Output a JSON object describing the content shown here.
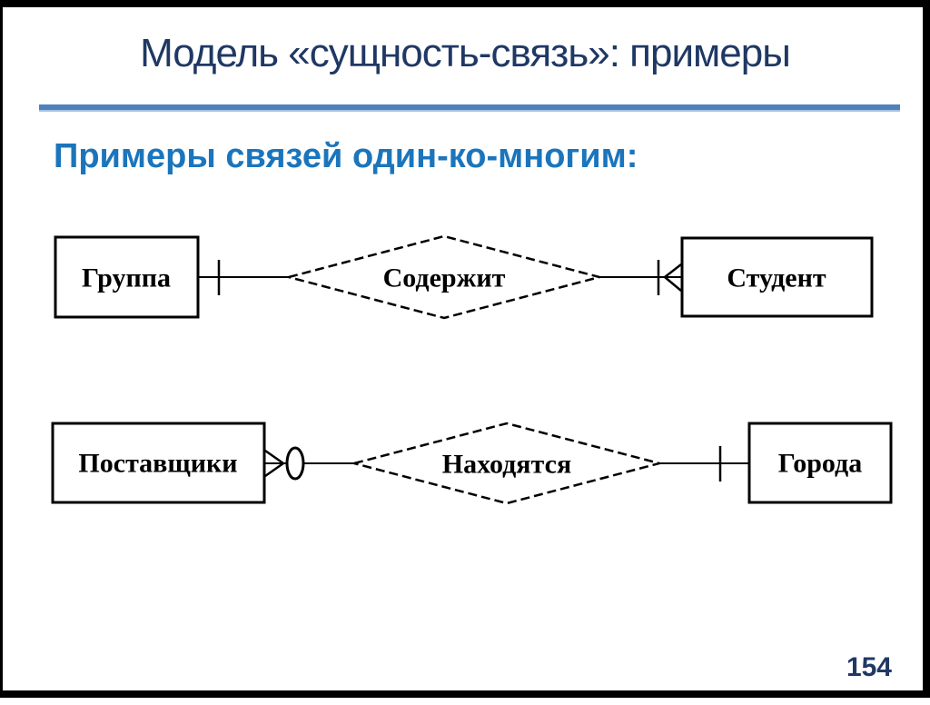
{
  "slide": {
    "title": "Модель «сущность-связь»: примеры",
    "subtitle": "Примеры связей один-ко-многим:",
    "page_number": "154"
  },
  "colors": {
    "background": "#ffffff",
    "frame": "#000000",
    "title_navy": "#1f3864",
    "subtitle_blue": "#1b75bc",
    "rule_blue": "#4f81bd",
    "diagram_ink": "#000000"
  },
  "diagrams": [
    {
      "left_entity": "Группа",
      "relationship": "Содержит",
      "right_entity": "Студент",
      "left_cardinality": "one-tick",
      "right_cardinality": "one-tick-crow-foot-many"
    },
    {
      "left_entity": "Поставщики",
      "relationship": "Находятся",
      "right_entity": "Города",
      "left_cardinality": "crow-foot-many-oval",
      "right_cardinality": "one-tick"
    }
  ]
}
